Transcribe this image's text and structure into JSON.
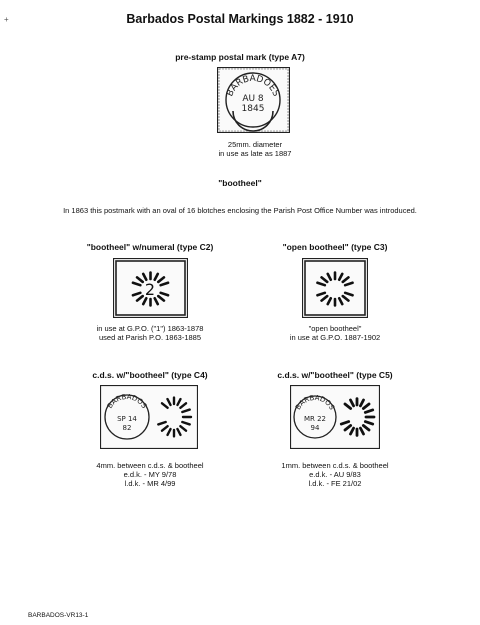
{
  "page": {
    "title": "Barbados Postal Markings 1882 - 1910",
    "footer": "BARBADOS-VR13-1"
  },
  "section_prestamp": {
    "heading": "pre-stamp postal mark (type A7)",
    "stamp_text": {
      "arc_top": "BARBADOES",
      "date": "AU 8",
      "year": "1845"
    },
    "caption": [
      "25mm. diameter",
      "in use as late as 1887"
    ]
  },
  "section_bootheel": {
    "heading": "\"bootheel\"",
    "intro": "In 1863 this postmark with an oval of 16 blotches enclosing the Parish Post Office Number was introduced."
  },
  "items": [
    {
      "heading": "\"bootheel\" w/numeral (type C2)",
      "numeral": "2",
      "caption": [
        "in use at G.P.O. (\"1\") 1863-1878",
        "used at Parish P.O. 1863-1885"
      ]
    },
    {
      "heading": "\"open bootheel\" (type C3)",
      "caption": [
        "\"open bootheel\"",
        "in use at G.P.O. 1887-1902"
      ]
    },
    {
      "heading": "c.d.s. w/\"bootheel\" (type C4)",
      "cds": {
        "arc": "BARBADOS",
        "date": "SP 14",
        "year": "82"
      },
      "caption": [
        "4mm. between c.d.s. & bootheel",
        "e.d.k. - MY 9/78",
        "l.d.k. - MR 4/99"
      ]
    },
    {
      "heading": "c.d.s. w/\"bootheel\" (type C5)",
      "cds": {
        "arc": "BARBADOS",
        "date": "MR 22",
        "year": "94"
      },
      "caption": [
        "1mm. between c.d.s. & bootheel",
        "e.d.k. - AU 9/83",
        "l.d.k. - FE 21/02"
      ]
    }
  ],
  "marks": {
    "left_margin": "+"
  }
}
